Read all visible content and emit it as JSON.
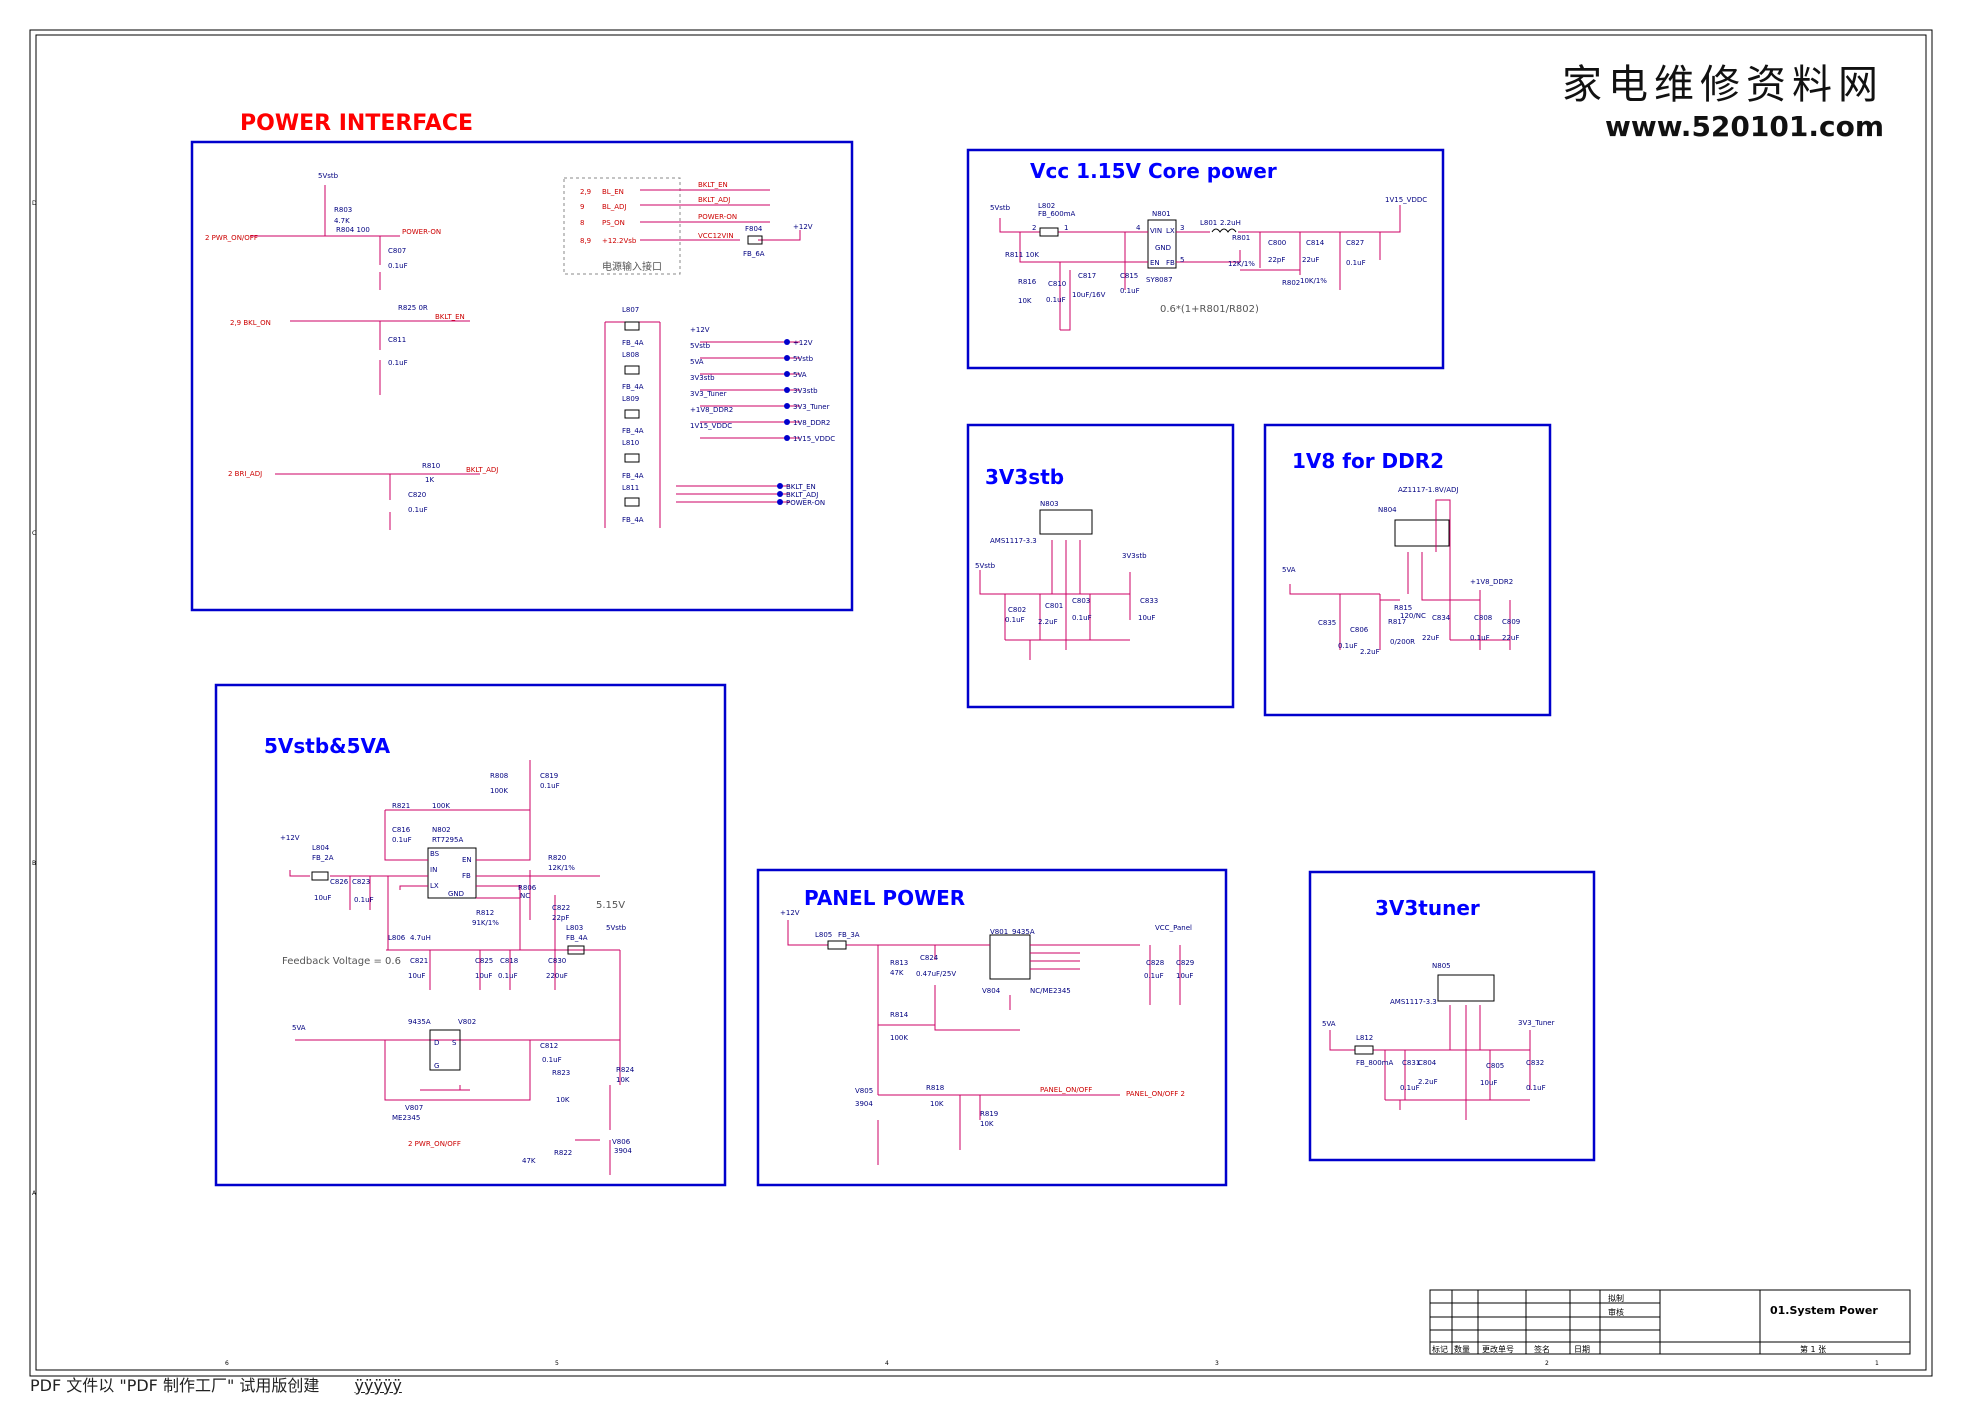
{
  "watermark": {
    "cn": "家电维修资料网",
    "url": "www.520101.com"
  },
  "footer": {
    "text": "PDF 文件以 \"PDF 制作工厂\" 试用版创建",
    "link": "ÿÿÿÿÿ"
  },
  "sections": {
    "power_interface": "POWER INTERFACE",
    "core": "Vcc 1.15V  Core power",
    "v3stb": "3V3stb",
    "v18": "1V8 for DDR2",
    "v5": "5Vstb&5VA",
    "panel": "PANEL POWER",
    "tuner": "3V3tuner"
  },
  "notes": {
    "core_formula": "0.6*(1+R801/R802)",
    "feedback": "Feedback Voltage = 0.6",
    "v515": "5.15V",
    "power_in_cn": "电源输入接口"
  },
  "power_interface": {
    "labels": [
      "5Vstb",
      "R803",
      "4.7K",
      "R804 100",
      "2 PWR_ON/OFF",
      "POWER-ON",
      "C807",
      "0.1uF",
      "R825 0R",
      "2,9  BKL_ON",
      "BKLT_EN",
      "C811",
      "0.1uF",
      "R810",
      "1K",
      "2  BRI_ADJ",
      "BKLT_ADJ",
      "C820",
      "0.1uF"
    ],
    "connector": [
      "2,9",
      "BL_EN",
      "9",
      "BL_ADJ",
      "8",
      "PS_ON",
      "8,9",
      "+12.2Vsb",
      "BKLT_EN",
      "BKLT_ADJ",
      "POWER-ON",
      "VCC12VIN",
      "F804",
      "FB_6A",
      "+12V"
    ],
    "beads": [
      "L807",
      "FB_4A",
      "L808",
      "FB_4A",
      "L809",
      "FB_4A",
      "L810",
      "FB_4A",
      "L811",
      "FB_4A"
    ],
    "rails": [
      "+12V",
      "5Vstb",
      "5VA",
      "3V3stb",
      "3V3_Tuner",
      "+1V8_DDR2",
      "1V15_VDDC"
    ],
    "ports": [
      "+12V",
      "5Vstb",
      "5VA",
      "3V3stb",
      "3V3_Tuner",
      "1V8_DDR2",
      "1V15_VDDC",
      "BKLT_EN",
      "BKLT_ADJ",
      "POWER-ON"
    ]
  },
  "core": {
    "labels": [
      "5Vstb",
      "L802",
      "FB_600mA",
      "N801",
      "VIN",
      "LX",
      "GND",
      "EN",
      "FB",
      "SY8087",
      "L801",
      "2.2uH",
      "R801",
      "12K/1%",
      "C800",
      "22pF",
      "C814",
      "22uF",
      "C827",
      "0.1uF",
      "R802",
      "10K/1%",
      "R811 10K",
      "R816",
      "10K",
      "C810",
      "0.1uF",
      "C817",
      "10uF/16V",
      "C815",
      "0.1uF",
      "1V15_VDDC",
      "1",
      "2",
      "3",
      "4",
      "5"
    ]
  },
  "v3stb": {
    "labels": [
      "N803",
      "AMS1117-3.3",
      "5Vstb",
      "3V3stb",
      "C802",
      "0.1uF",
      "C801",
      "2.2uF",
      "C803",
      "0.1uF",
      "C833",
      "10uF"
    ]
  },
  "v18": {
    "labels": [
      "AZ1117-1.8V/ADJ",
      "N804",
      "5VA",
      "+1V8_DDR2",
      "C835",
      "0.1uF",
      "C806",
      "2.2uF",
      "R815",
      "120/NC",
      "R817",
      "0/200R",
      "C834",
      "22uF",
      "C808",
      "0.1uF",
      "C809",
      "22uF"
    ]
  },
  "v5": {
    "labels": [
      "R808",
      "100K",
      "C819",
      "0.1uF",
      "R821",
      "100K",
      "C816",
      "0.1uF",
      "N802",
      "RT7295A",
      "BS",
      "EN",
      "IN",
      "FB",
      "LX",
      "GND",
      "+12V",
      "L804",
      "FB_2A",
      "C826",
      "10uF",
      "C823",
      "0.1uF",
      "R820",
      "12K/1%",
      "R806",
      "NC",
      "R812",
      "91K/1%",
      "C822",
      "22pF",
      "L806",
      "4.7uH",
      "L803",
      "FB_4A",
      "5Vstb",
      "C821",
      "10uF",
      "C825",
      "10uF",
      "C818",
      "0.1uF",
      "C830",
      "220uF",
      "5VA",
      "9435A",
      "V802",
      "D",
      "S",
      "G",
      "C812",
      "0.1uF",
      "R823",
      "10K",
      "R824",
      "10K",
      "V807",
      "ME2345",
      "2  PWR_ON/OFF",
      "R822",
      "47K",
      "V806",
      "3904"
    ]
  },
  "panel": {
    "labels": [
      "+12V",
      "L805",
      "FB_3A",
      "R813",
      "47K",
      "C824",
      "0.47uF/25V",
      "V801",
      "9435A",
      "VCC_Panel",
      "C828",
      "0.1uF",
      "C829",
      "10uF",
      "V804",
      "NC/ME2345",
      "R814",
      "100K",
      "V805",
      "3904",
      "R818",
      "10K",
      "R819",
      "10K",
      "PANEL_ON/OFF",
      "PANEL_ON/OFF  2"
    ]
  },
  "tuner": {
    "labels": [
      "N805",
      "AMS1117-3.3",
      "5VA",
      "L812",
      "FB_800mA",
      "3V3_Tuner",
      "C831",
      "C804",
      "0.1uF",
      "2.2uF",
      "C805",
      "10uF",
      "C832",
      "0.1uF"
    ]
  },
  "titleblock": {
    "draw": "拟制",
    "check": "审核",
    "name": "01.System Power",
    "cols": [
      "标记",
      "数量",
      "更改单号",
      "签名",
      "日期"
    ],
    "page": "第   1   张"
  },
  "border": {
    "left_marks": [
      "D",
      "C",
      "B",
      "A"
    ],
    "bottom_marks": [
      "6",
      "5",
      "4",
      "3",
      "2",
      "1"
    ]
  }
}
